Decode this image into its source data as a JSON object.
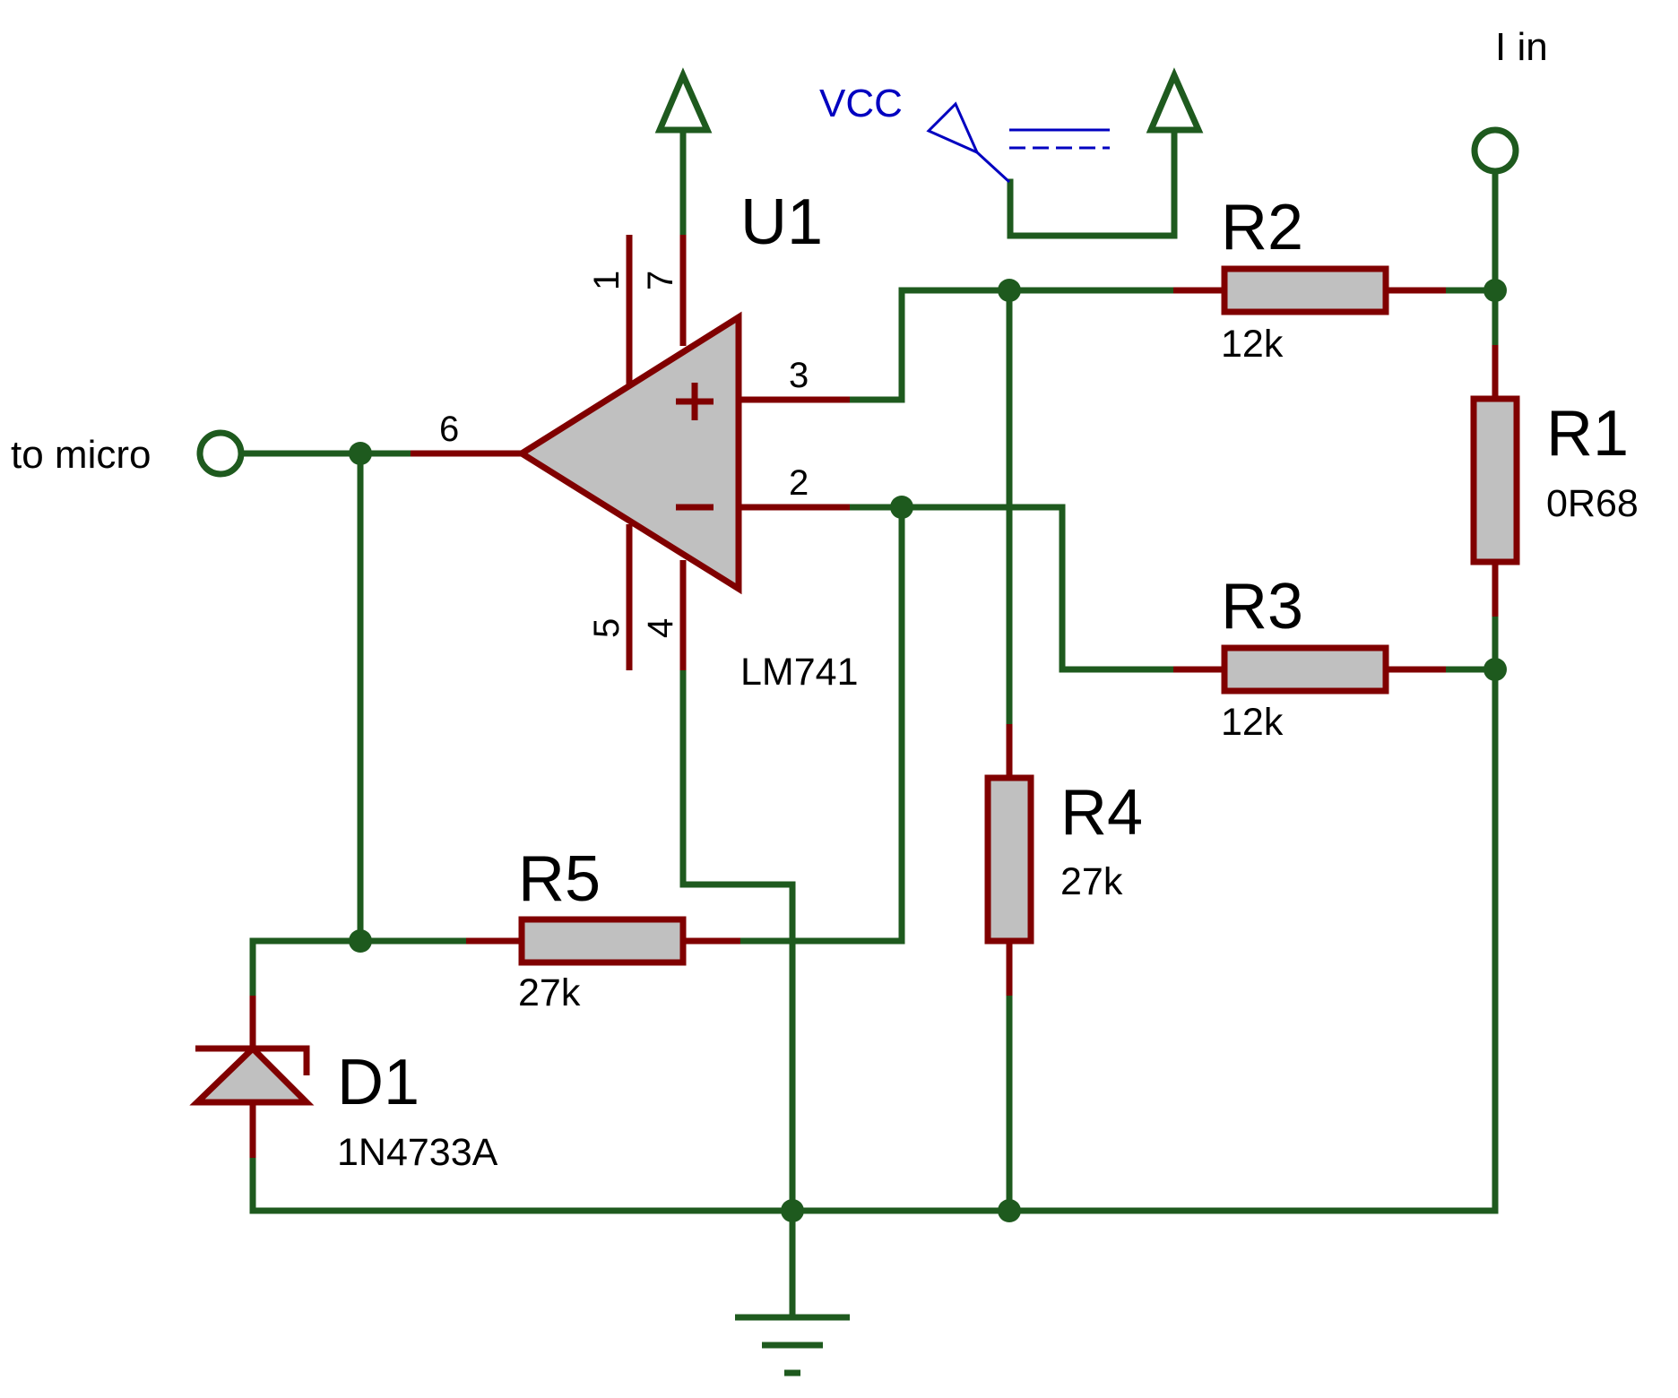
{
  "terminals": {
    "to_micro": "to micro",
    "i_in": "I in",
    "vcc": "VCC"
  },
  "u1": {
    "ref": "U1",
    "part": "LM741",
    "pins": {
      "p1": "1",
      "p7": "7",
      "p3": "3",
      "p2": "2",
      "p6": "6",
      "p5": "5",
      "p4": "4"
    }
  },
  "r1": {
    "ref": "R1",
    "value": "0R68"
  },
  "r2": {
    "ref": "R2",
    "value": "12k"
  },
  "r3": {
    "ref": "R3",
    "value": "12k"
  },
  "r4": {
    "ref": "R4",
    "value": "27k"
  },
  "r5": {
    "ref": "R5",
    "value": "27k"
  },
  "d1": {
    "ref": "D1",
    "part": "1N4733A"
  },
  "colors": {
    "wire": "#1e5a1e",
    "component": "#800000",
    "body_fill": "#c0c0c0",
    "power": "#0000c0"
  }
}
